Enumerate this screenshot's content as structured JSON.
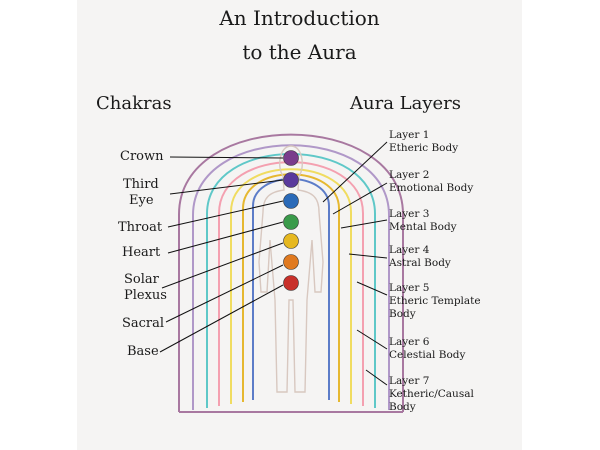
{
  "title_line1": "An Introduction",
  "title_line2": "to the Aura",
  "chakras_heading": "Chakras",
  "layers_heading": "Aura Layers",
  "chakras": [
    {
      "lines": [
        "Crown"
      ],
      "color": "#7a3c8c"
    },
    {
      "lines": [
        "Third",
        "Eye"
      ],
      "color": "#5a3a9c"
    },
    {
      "lines": [
        "Throat"
      ],
      "color": "#2a6ab8"
    },
    {
      "lines": [
        "Heart"
      ],
      "color": "#3a9a4a"
    },
    {
      "lines": [
        "Solar",
        "Plexus"
      ],
      "color": "#e6b820"
    },
    {
      "lines": [
        "Sacral"
      ],
      "color": "#e07a20"
    },
    {
      "lines": [
        "Base"
      ],
      "color": "#c8302a"
    }
  ],
  "layers": [
    {
      "number": "Layer 1",
      "name": [
        "Etheric Body"
      ],
      "color": "#5c7cc8"
    },
    {
      "number": "Layer 2",
      "name": [
        "Emotional Body"
      ],
      "color": "#e6b830"
    },
    {
      "number": "Layer 3",
      "name": [
        "Mental Body"
      ],
      "color": "#f0dc60"
    },
    {
      "number": "Layer 4",
      "name": [
        "Astral Body"
      ],
      "color": "#f4a0b0"
    },
    {
      "number": "Layer 5",
      "name": [
        "Etheric Template",
        "Body"
      ],
      "color": "#5fc8c8"
    },
    {
      "number": "Layer 6",
      "name": [
        "Celestial Body"
      ],
      "color": "#b098c8"
    },
    {
      "number": "Layer 7",
      "name": [
        "Ketheric/Causal",
        "Body"
      ],
      "color": "#a878a0"
    }
  ]
}
